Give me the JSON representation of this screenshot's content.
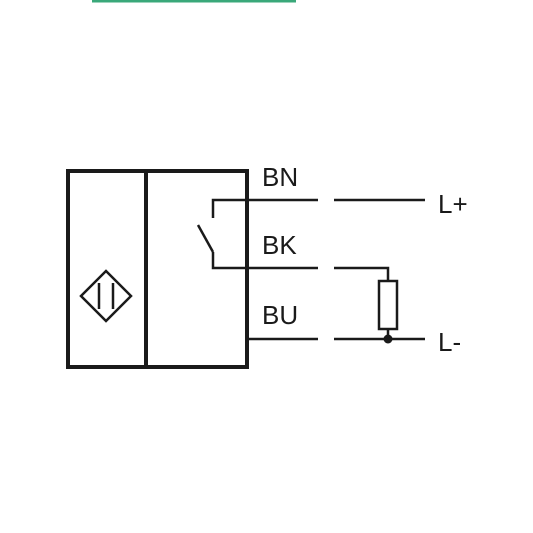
{
  "wires": {
    "brown": "BN",
    "black": "BK",
    "blue": "BU"
  },
  "terminals": {
    "positive": "L+",
    "negative": "L-"
  },
  "colors": {
    "line": "#1a1a1a",
    "top_accent": "#3aa87a"
  },
  "icons": {
    "sensor_symbol": "inductive-sensor-diamond-icon",
    "switch": "normally-open-switch-icon",
    "load": "resistor-load-icon"
  }
}
